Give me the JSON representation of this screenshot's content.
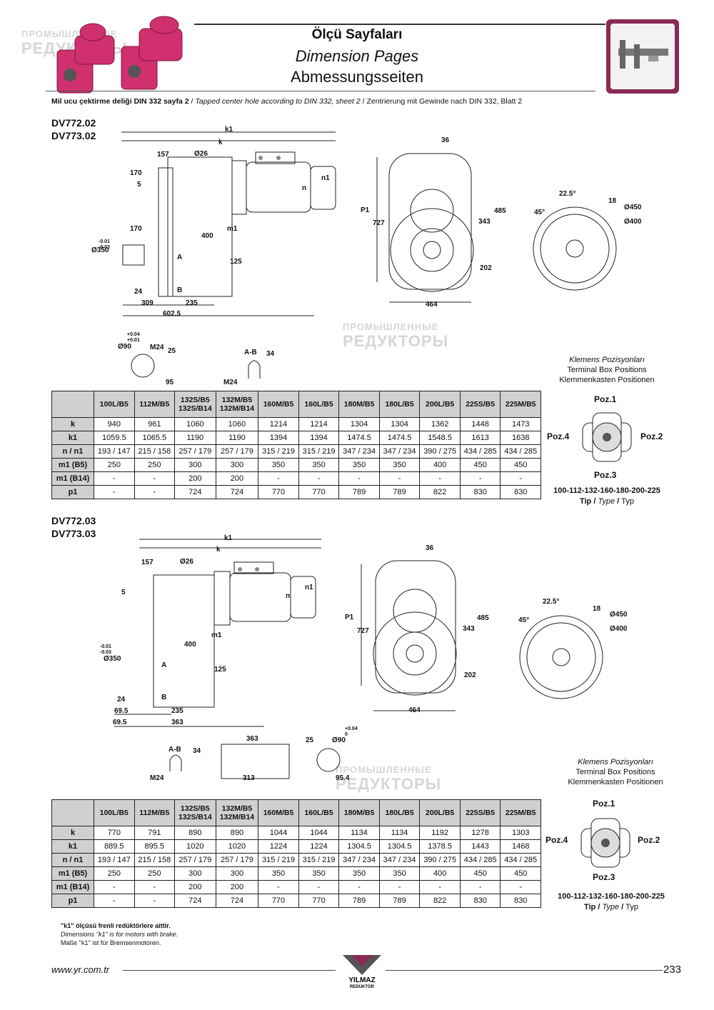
{
  "header": {
    "title_tr": "Ölçü Sayfaları",
    "title_en": "Dimension Pages",
    "title_de": "Abmessungsseiten"
  },
  "shaft_note": {
    "tr": "Mil ucu çektirme deliği DIN 332 sayfa 2",
    "en": "Tapped center hole according to DIN 332, sheet 2",
    "de": "Zentrierung mit Gewinde nach DIN 332, Blatt 2"
  },
  "watermark": {
    "line1": "ПРОМЫШЛЕННЫЕ",
    "line2": "РЕДУКТОРЫ"
  },
  "section1": {
    "models": [
      "DV772.02",
      "DV773.02"
    ],
    "dims": {
      "k1": "k1",
      "k": "k",
      "d157": "157",
      "d26": "Ø26",
      "d170a": "170",
      "d5": "5",
      "n1": "n1",
      "n": "n",
      "d170b": "170",
      "tol": "-0.01\n-0.03",
      "d350": "Ø350",
      "d400": "400",
      "m1": "m1",
      "A": "A",
      "d125": "125",
      "d24": "24",
      "B": "B",
      "d309": "309",
      "d235": "235",
      "d602": "602.5",
      "d36": "36",
      "P1": "P1",
      "d727": "727",
      "d485": "485",
      "d343": "343",
      "d202": "202",
      "d464": "464",
      "a225": "22.5°",
      "d18": "18",
      "d450": "Ø450",
      "a45": "45°",
      "d400c": "Ø400",
      "shaft_tol": "+0.04\n+0.01",
      "d90": "Ø90",
      "M24": "M24",
      "d25": "25",
      "d95": "95",
      "AB": "A-B",
      "d34": "34",
      "M24b": "M24"
    },
    "table": {
      "columns": [
        "100L/B5",
        "112M/B5",
        "132S/B5\n132S/B14",
        "132M/B5\n132M/B14",
        "160M/B5",
        "160L/B5",
        "180M/B5",
        "180L/B5",
        "200L/B5",
        "225S/B5",
        "225M/B5"
      ],
      "rows": [
        {
          "label": "k",
          "values": [
            "940",
            "961",
            "1060",
            "1060",
            "1214",
            "1214",
            "1304",
            "1304",
            "1362",
            "1448",
            "1473"
          ]
        },
        {
          "label": "k1",
          "values": [
            "1059.5",
            "1065.5",
            "1190",
            "1190",
            "1394",
            "1394",
            "1474.5",
            "1474.5",
            "1548.5",
            "1613",
            "1638"
          ]
        },
        {
          "label": "n / n1",
          "values": [
            "193 / 147",
            "215 / 158",
            "257 / 179",
            "257 / 179",
            "315 / 219",
            "315 / 219",
            "347 / 234",
            "347 / 234",
            "390 / 275",
            "434 / 285",
            "434 / 285"
          ]
        },
        {
          "label": "m1 (B5)",
          "values": [
            "250",
            "250",
            "300",
            "300",
            "350",
            "350",
            "350",
            "350",
            "400",
            "450",
            "450"
          ]
        },
        {
          "label": "m1 (B14)",
          "values": [
            "-",
            "-",
            "200",
            "200",
            "-",
            "-",
            "-",
            "-",
            "-",
            "-",
            "-"
          ]
        },
        {
          "label": "p1",
          "values": [
            "-",
            "-",
            "724",
            "724",
            "770",
            "770",
            "789",
            "789",
            "822",
            "830",
            "830"
          ]
        }
      ]
    }
  },
  "section2": {
    "models": [
      "DV772.03",
      "DV773.03"
    ],
    "dims": {
      "k1": "k1",
      "k": "k",
      "d157": "157",
      "d26": "Ø26",
      "d5": "5",
      "n1": "n1",
      "n": "n",
      "tol": "-0.01\n-0.03",
      "d350": "Ø350",
      "d400": "400",
      "m1": "m1",
      "A": "A",
      "d125": "125",
      "d24": "24",
      "B": "B",
      "d695a": "69.5",
      "d235": "235",
      "d695b": "69.5",
      "d363": "363",
      "d36": "36",
      "P1": "P1",
      "d727": "727",
      "d485": "485",
      "d343": "343",
      "d202": "202",
      "d464": "464",
      "a225": "22.5°",
      "d18": "18",
      "d450": "Ø450",
      "a45": "45°",
      "d400c": "Ø400",
      "AB": "A-B",
      "d34": "34",
      "M24": "M24",
      "d363b": "363",
      "d313": "313",
      "d25": "25",
      "d90": "Ø90",
      "shaft_tol": "+0.04\n0",
      "d954": "95.4"
    },
    "table": {
      "columns": [
        "100L/B5",
        "112M/B5",
        "132S/B5\n132S/B14",
        "132M/B5\n132M/B14",
        "160M/B5",
        "160L/B5",
        "180M/B5",
        "180L/B5",
        "200L/B5",
        "225S/B5",
        "225M/B5"
      ],
      "rows": [
        {
          "label": "k",
          "values": [
            "770",
            "791",
            "890",
            "890",
            "1044",
            "1044",
            "1134",
            "1134",
            "1192",
            "1278",
            "1303"
          ]
        },
        {
          "label": "k1",
          "values": [
            "889.5",
            "895.5",
            "1020",
            "1020",
            "1224",
            "1224",
            "1304.5",
            "1304.5",
            "1378.5",
            "1443",
            "1468"
          ]
        },
        {
          "label": "n / n1",
          "values": [
            "193 / 147",
            "215 / 158",
            "257 / 179",
            "257 / 179",
            "315 / 219",
            "315 / 219",
            "347 / 234",
            "347 / 234",
            "390 / 275",
            "434 / 285",
            "434 / 285"
          ]
        },
        {
          "label": "m1 (B5)",
          "values": [
            "250",
            "250",
            "300",
            "300",
            "350",
            "350",
            "350",
            "350",
            "400",
            "450",
            "450"
          ]
        },
        {
          "label": "m1 (B14)",
          "values": [
            "-",
            "-",
            "200",
            "200",
            "-",
            "-",
            "-",
            "-",
            "-",
            "-",
            "-"
          ]
        },
        {
          "label": "p1",
          "values": [
            "-",
            "-",
            "724",
            "724",
            "770",
            "770",
            "789",
            "789",
            "822",
            "830",
            "830"
          ]
        }
      ]
    }
  },
  "terminal_box": {
    "caption_tr": "Klemens Pozisyonları",
    "caption_en": "Terminal Box Positions",
    "caption_de": "Klemmenkasten Positionen",
    "poz1": "Poz.1",
    "poz2": "Poz.2",
    "poz3": "Poz.3",
    "poz4": "Poz.4",
    "types": "100-112-132-160-180-200-225",
    "type_label_tr": "Tip",
    "type_label_en": "Type",
    "type_label_de": "Typ"
  },
  "footnote": {
    "tr": "''k1'' ölçüsü frenli redüktörlere aittir.",
    "en": "Dimensions ''k1'' is for motors with brake.",
    "de": "Maße ''k1'' ist für Bremsenmotoren."
  },
  "footer": {
    "url": "www.yr.com.tr",
    "brand": "YILMAZ",
    "brand_sub": "REDÜKTÖR",
    "page": "233"
  },
  "colors": {
    "gearbox_magenta": "#d0306e",
    "frame": "#7a2a4a"
  }
}
